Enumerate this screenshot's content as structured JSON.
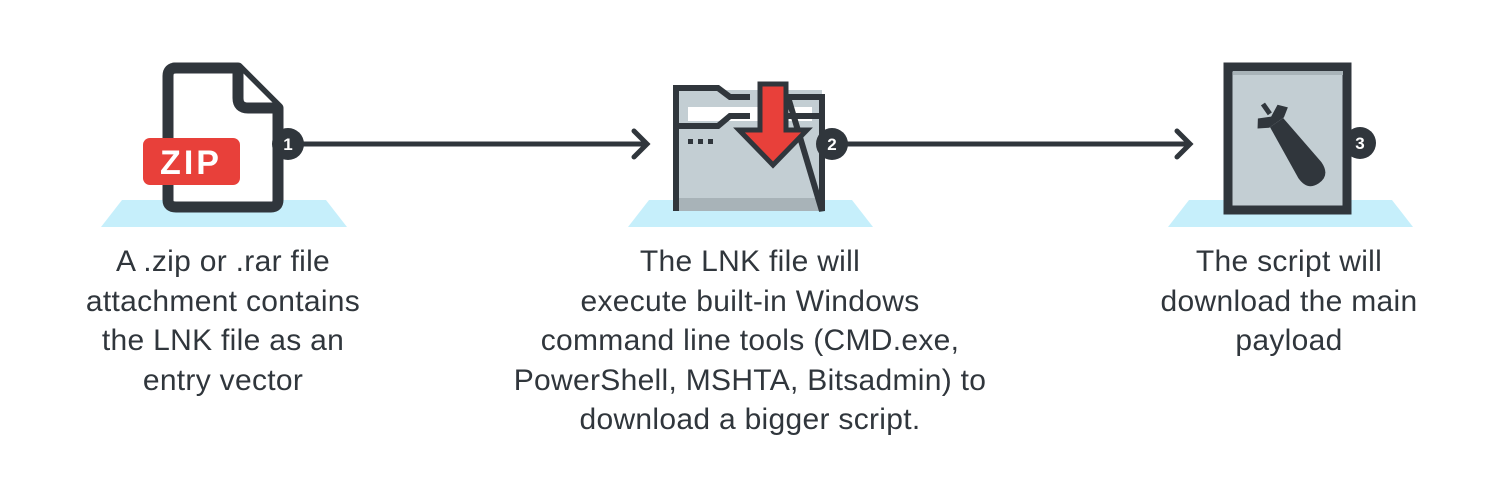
{
  "colors": {
    "ink": "#30363c",
    "accent_red": "#e8403a",
    "floor": "#c6effb",
    "panel": "#c3ced3"
  },
  "steps": [
    {
      "number": "1",
      "icon": "zip-file-icon",
      "badge": "ZIP",
      "caption": [
        "A .zip or .rar file",
        "attachment contains",
        "the LNK file as an",
        "entry vector"
      ]
    },
    {
      "number": "2",
      "icon": "folder-download-icon",
      "caption": [
        "The LNK file will",
        "execute built-in Windows",
        "command line tools (CMD.exe,",
        "PowerShell, MSHTA, Bitsadmin) to",
        "download a bigger script."
      ]
    },
    {
      "number": "3",
      "icon": "bomb-document-icon",
      "caption": [
        "The script will",
        "download the main",
        "payload"
      ]
    }
  ]
}
